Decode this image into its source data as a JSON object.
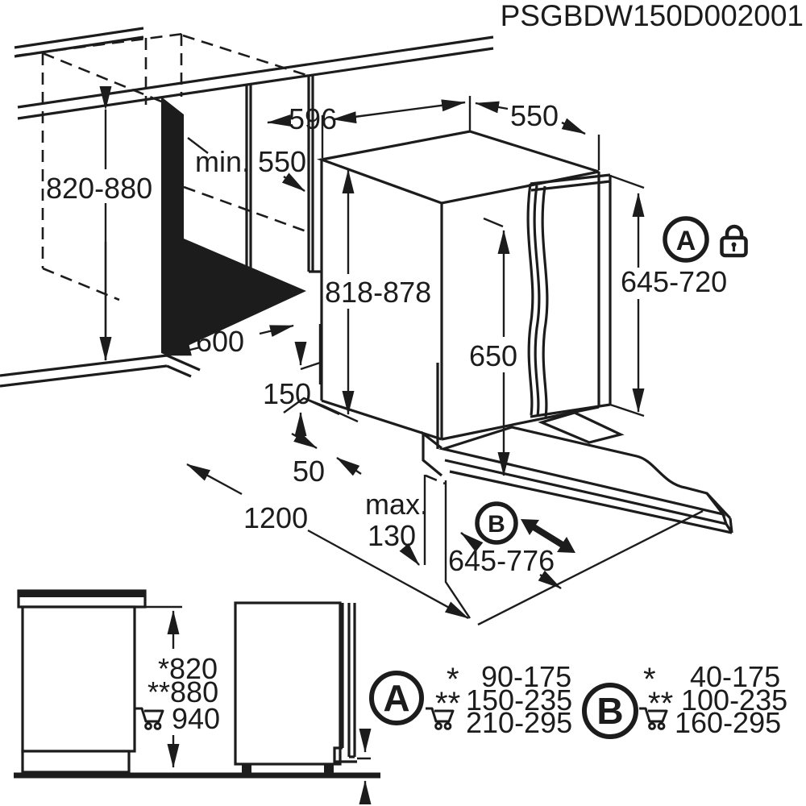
{
  "title": "PSGBDW150D002001",
  "colors": {
    "line": "#1c1c1c",
    "background": "#ffffff"
  },
  "scene": {
    "niche": {
      "height": "820-880",
      "depth": "min. 550",
      "width": "600"
    },
    "appliance": {
      "width": "596",
      "depth": "550",
      "height": "818-878",
      "front_height": "650"
    },
    "furniture_panel": {
      "height_range": "645-720",
      "length_range": "645-776"
    },
    "plinth": {
      "height": "150",
      "recess": "50",
      "max_depth_label": "max.",
      "max_depth_value": "130"
    },
    "clearance": {
      "front_depth": "1200"
    },
    "markers": {
      "a": "A",
      "b": "B"
    }
  },
  "front_views": {
    "heights": [
      "*820",
      "**880",
      "940"
    ]
  },
  "legends": [
    {
      "letter": "A",
      "rows": [
        {
          "marker": "*",
          "range": "90-175"
        },
        {
          "marker": "**",
          "range": "150-235"
        },
        {
          "marker": "cart-icon",
          "range": "210-295"
        }
      ]
    },
    {
      "letter": "B",
      "rows": [
        {
          "marker": "*",
          "range": "40-175"
        },
        {
          "marker": "**",
          "range": "100-235"
        },
        {
          "marker": "cart-icon",
          "range": "160-295"
        }
      ]
    }
  ],
  "icons": {
    "lock": "lock-icon",
    "cart": "cart-icon"
  }
}
